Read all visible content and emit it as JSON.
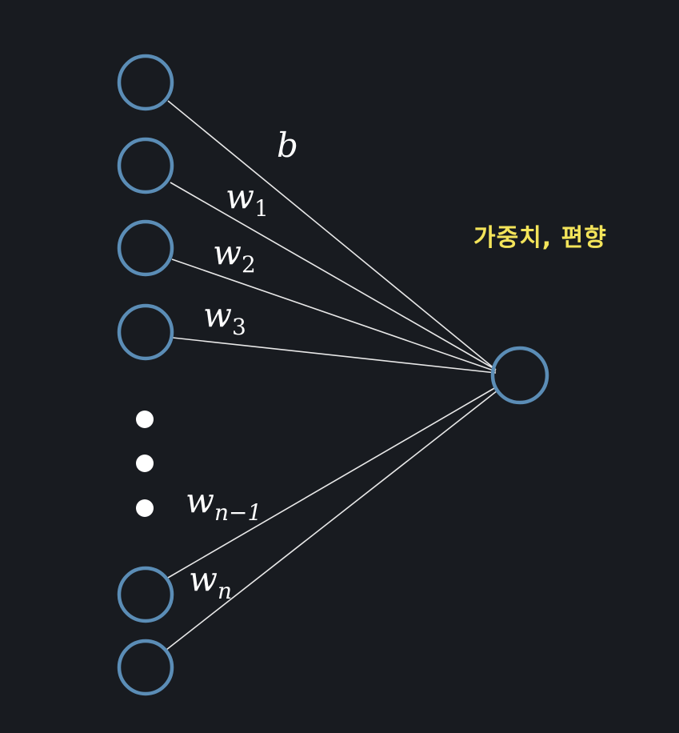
{
  "annotation": "가중치, 편향",
  "colors": {
    "background": "#181b20",
    "node_stroke": "#5b8db6",
    "edge": "#e8e8e8",
    "annotation": "#f3e45a"
  },
  "labels": {
    "bias": "b",
    "w1": {
      "base": "w",
      "sub": "1"
    },
    "w2": {
      "base": "w",
      "sub": "2"
    },
    "w3": {
      "base": "w",
      "sub": "3"
    },
    "wn1": {
      "base": "w",
      "sub": "n−1"
    },
    "wn": {
      "base": "w",
      "sub": "n"
    }
  }
}
